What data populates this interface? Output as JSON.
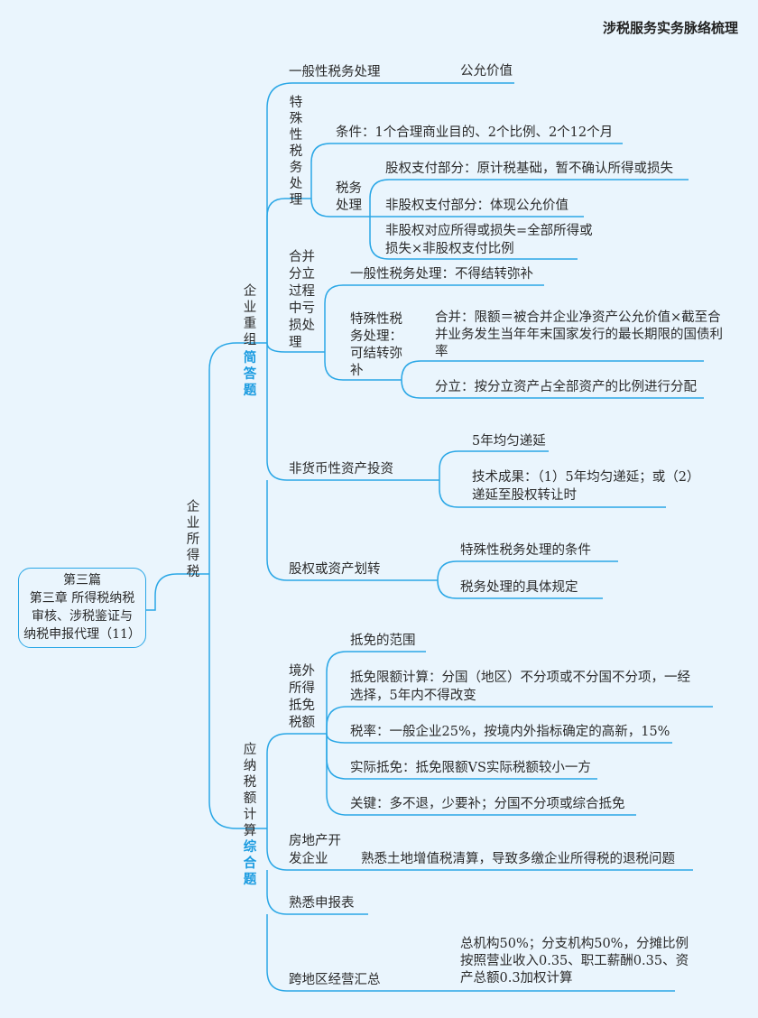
{
  "header": {
    "title": "涉税服务实务脉络梳理"
  },
  "root": {
    "lines": [
      "第三篇",
      "第三章  所得税纳税",
      "审核、涉税鉴证与",
      "纳税申报代理（11）"
    ]
  },
  "trunk": {
    "label": "企业所得税"
  },
  "reorg": {
    "label": "企业重组",
    "tag": "简答题",
    "general": {
      "label": "一般性税务处理",
      "value": "公允价值"
    },
    "special": {
      "label": "特殊性税务处理",
      "condition": "条件：1个合理商业目的、2个比例、2个12个月",
      "tax": {
        "label": "税务处理",
        "items": [
          "股权支付部分：原计税基础，暂不确认所得或损失",
          "非股权支付部分：体现公允价值",
          "非股权对应所得或损失=全部所得或损失×非股权支付比例"
        ]
      }
    },
    "loss": {
      "label": "合并分立过程中亏损处理",
      "general": "一般性税务处理：不得结转弥补",
      "special": {
        "label": "特殊性税务处理：可结转弥补",
        "items": [
          "合并：限额＝被合并企业净资产公允价值×截至合并业务发生当年年末国家发行的最长期限的国债利率",
          "分立：按分立资产占全部资产的比例进行分配"
        ]
      }
    },
    "nonmonetary": {
      "label": "非货币性资产投资",
      "items": [
        "5年均匀递延",
        "技术成果：（1）5年均匀递延；或（2）递延至股权转让时"
      ]
    },
    "transfer": {
      "label": "股权或资产划转",
      "items": [
        "特殊性税务处理的条件",
        "税务处理的具体规定"
      ]
    }
  },
  "taxcalc": {
    "label": "应纳税额计算",
    "tag": "综合题",
    "foreign": {
      "label": "境外所得抵免税额",
      "items": [
        "抵免的范围",
        "抵免限额计算：分国（地区）不分项或不分国不分项，一经选择，5年内不得改变",
        "税率：一般企业25%，按境内外指标确定的高新，15%",
        "实际抵免：抵免限额VS实际税额较小一方",
        "关键：多不退，少要补；分国不分项或综合抵免"
      ]
    },
    "realestate": {
      "label": "房地产开发企业",
      "value": "熟悉土地增值税清算，导致多缴企业所得税的退税问题"
    },
    "forms": {
      "label": "熟悉申报表"
    },
    "crossregion": {
      "label": "跨地区经营汇总",
      "value": "总机构50%；分支机构50%，分摊比例按照营业收入0.35、职工薪酬0.35、资产总额0.3加权计算"
    }
  }
}
